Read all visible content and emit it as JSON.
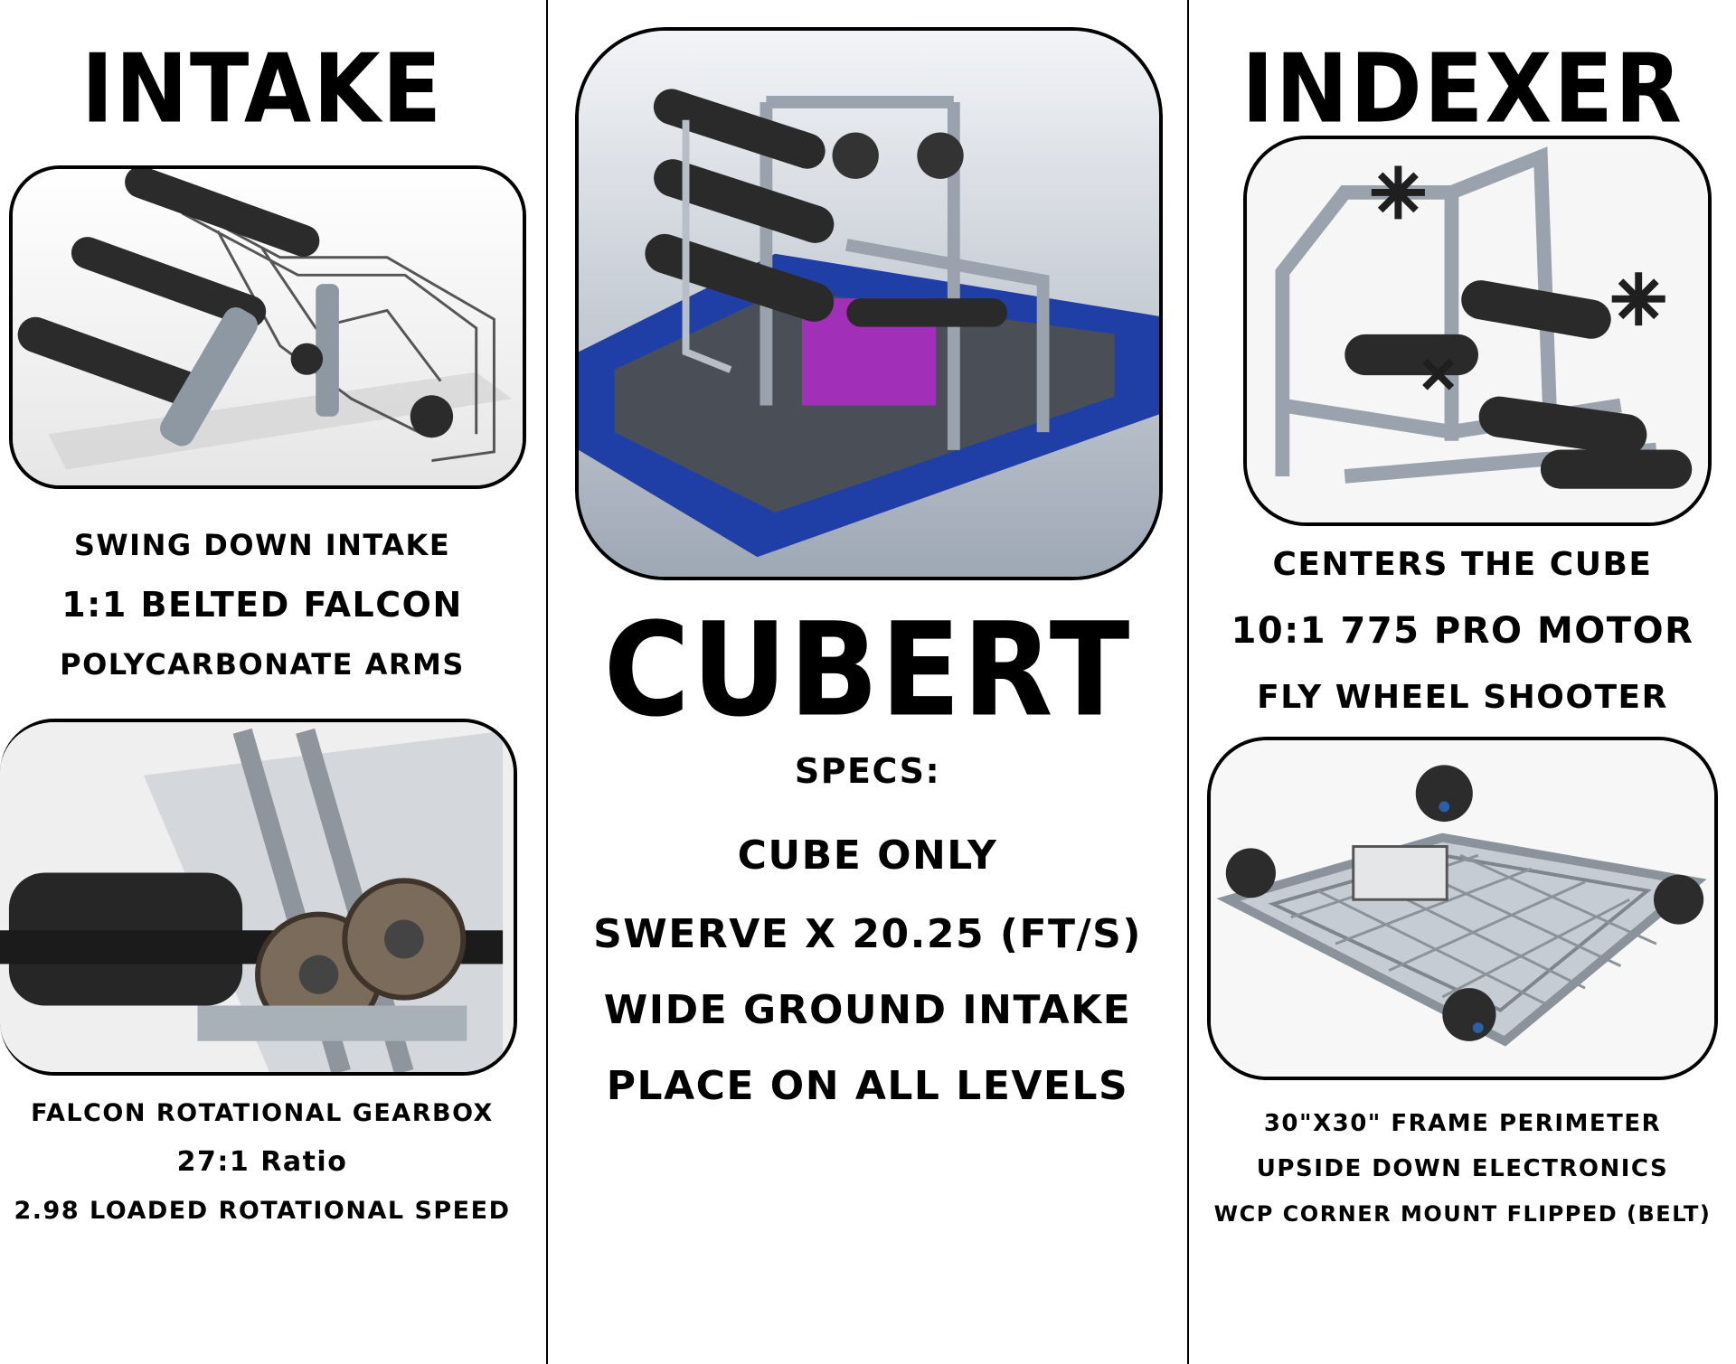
{
  "left": {
    "title": "INTAKE",
    "top_caption": [
      "SWING DOWN INTAKE",
      "1:1 BELTED FALCON",
      "POLYCARBONATE ARMS"
    ],
    "bottom_caption": [
      "FALCON ROTATIONAL GEARBOX",
      "27:1 Ratio",
      "2.98 LOADED ROTATIONAL SPEED"
    ]
  },
  "center": {
    "title": "CUBERT",
    "specs_label": "SPECS:",
    "specs": [
      "CUBE ONLY",
      "SWERVE X 20.25 (FT/S)",
      "WIDE GROUND INTAKE",
      "PLACE ON ALL LEVELS"
    ]
  },
  "right": {
    "title": "INDEXER",
    "top_caption": [
      "CENTERS THE CUBE",
      "10:1 775 PRO MOTOR",
      "FLY WHEEL SHOOTER"
    ],
    "bottom_caption": [
      "30\"x30\" FRAME PERIMETER",
      "UPSIDE DOWN ELECTRONICS",
      "WCP CORNER MOUNT FLIPPED (BELT)"
    ]
  },
  "colors": {
    "background": "#ffffff",
    "text": "#000000",
    "bumper_blue": "#1f3fa6",
    "motor_purple": "#a12fb8",
    "metal_grey": "#9aa3ad",
    "roller_black": "#2a2a2a"
  }
}
